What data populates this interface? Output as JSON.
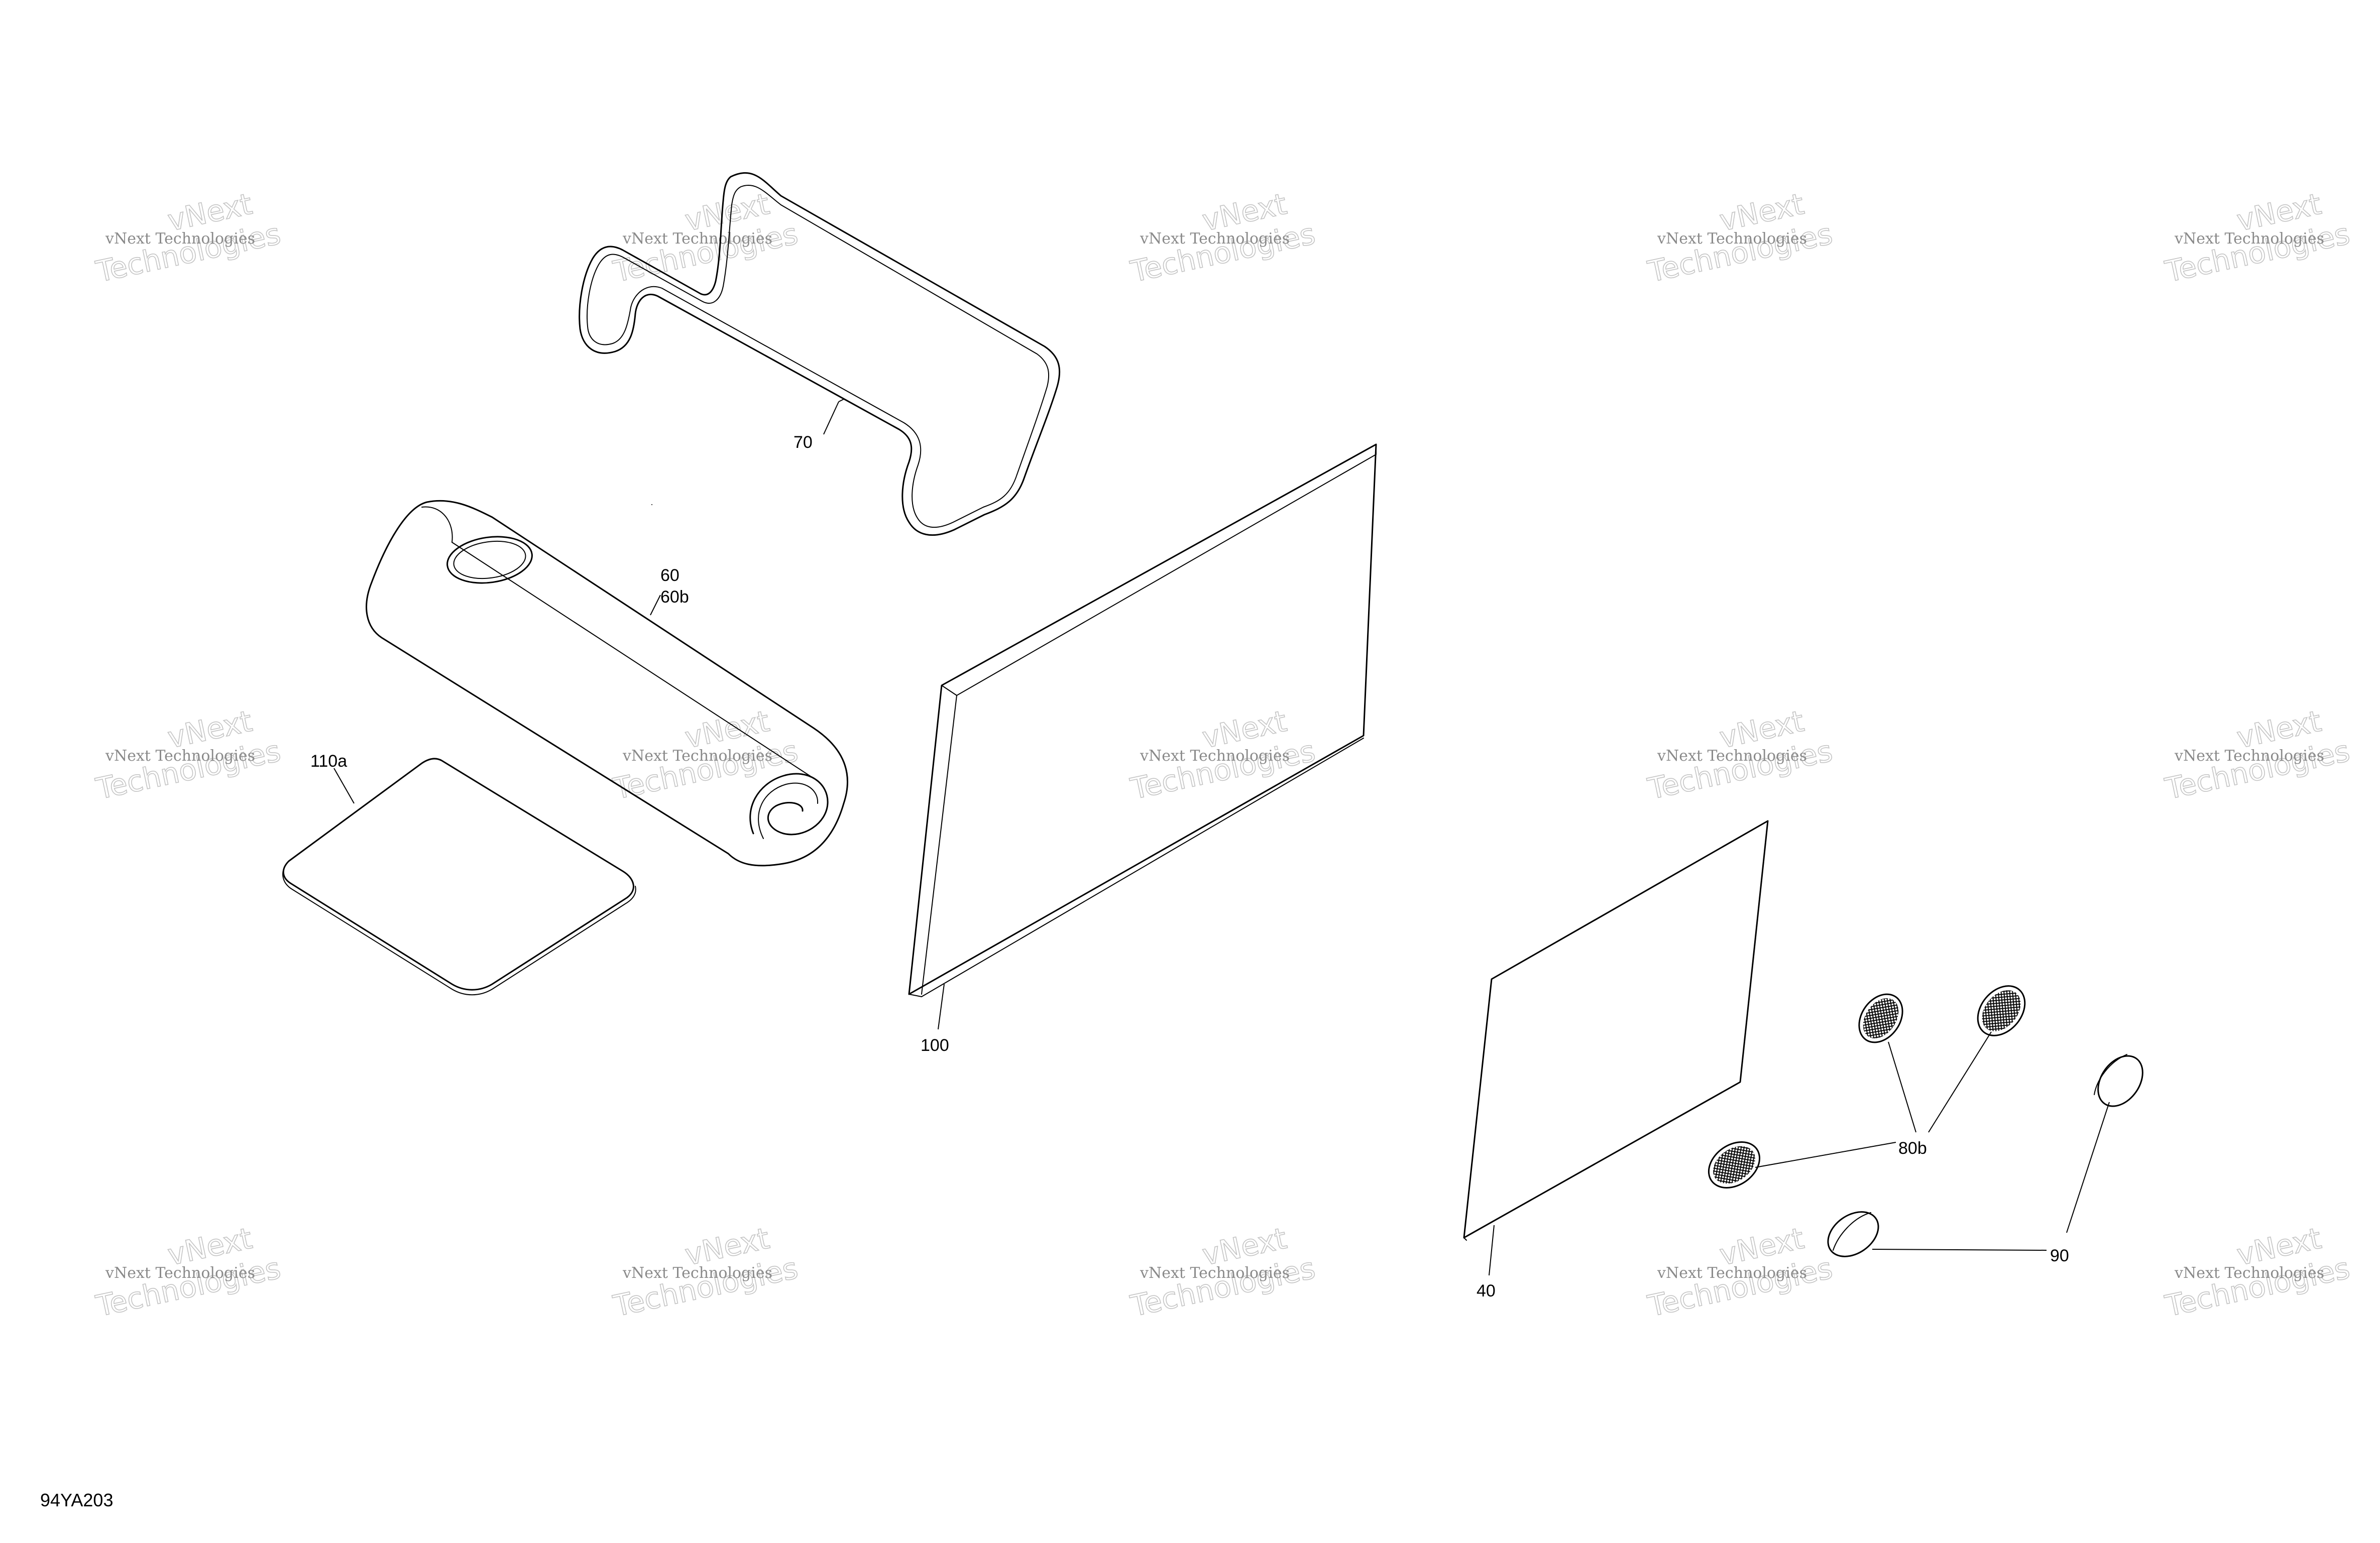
{
  "drawing_id": "94YA203",
  "watermark": {
    "line1": "vNext Technologies",
    "line2a": "vNext",
    "line2b": "Technologies"
  },
  "callouts": {
    "p70": "70",
    "p60": "60",
    "p60b": "60b",
    "p110a": "110a",
    "p100": "100",
    "p40": "40",
    "p80b": "80b",
    "p90": "90"
  }
}
